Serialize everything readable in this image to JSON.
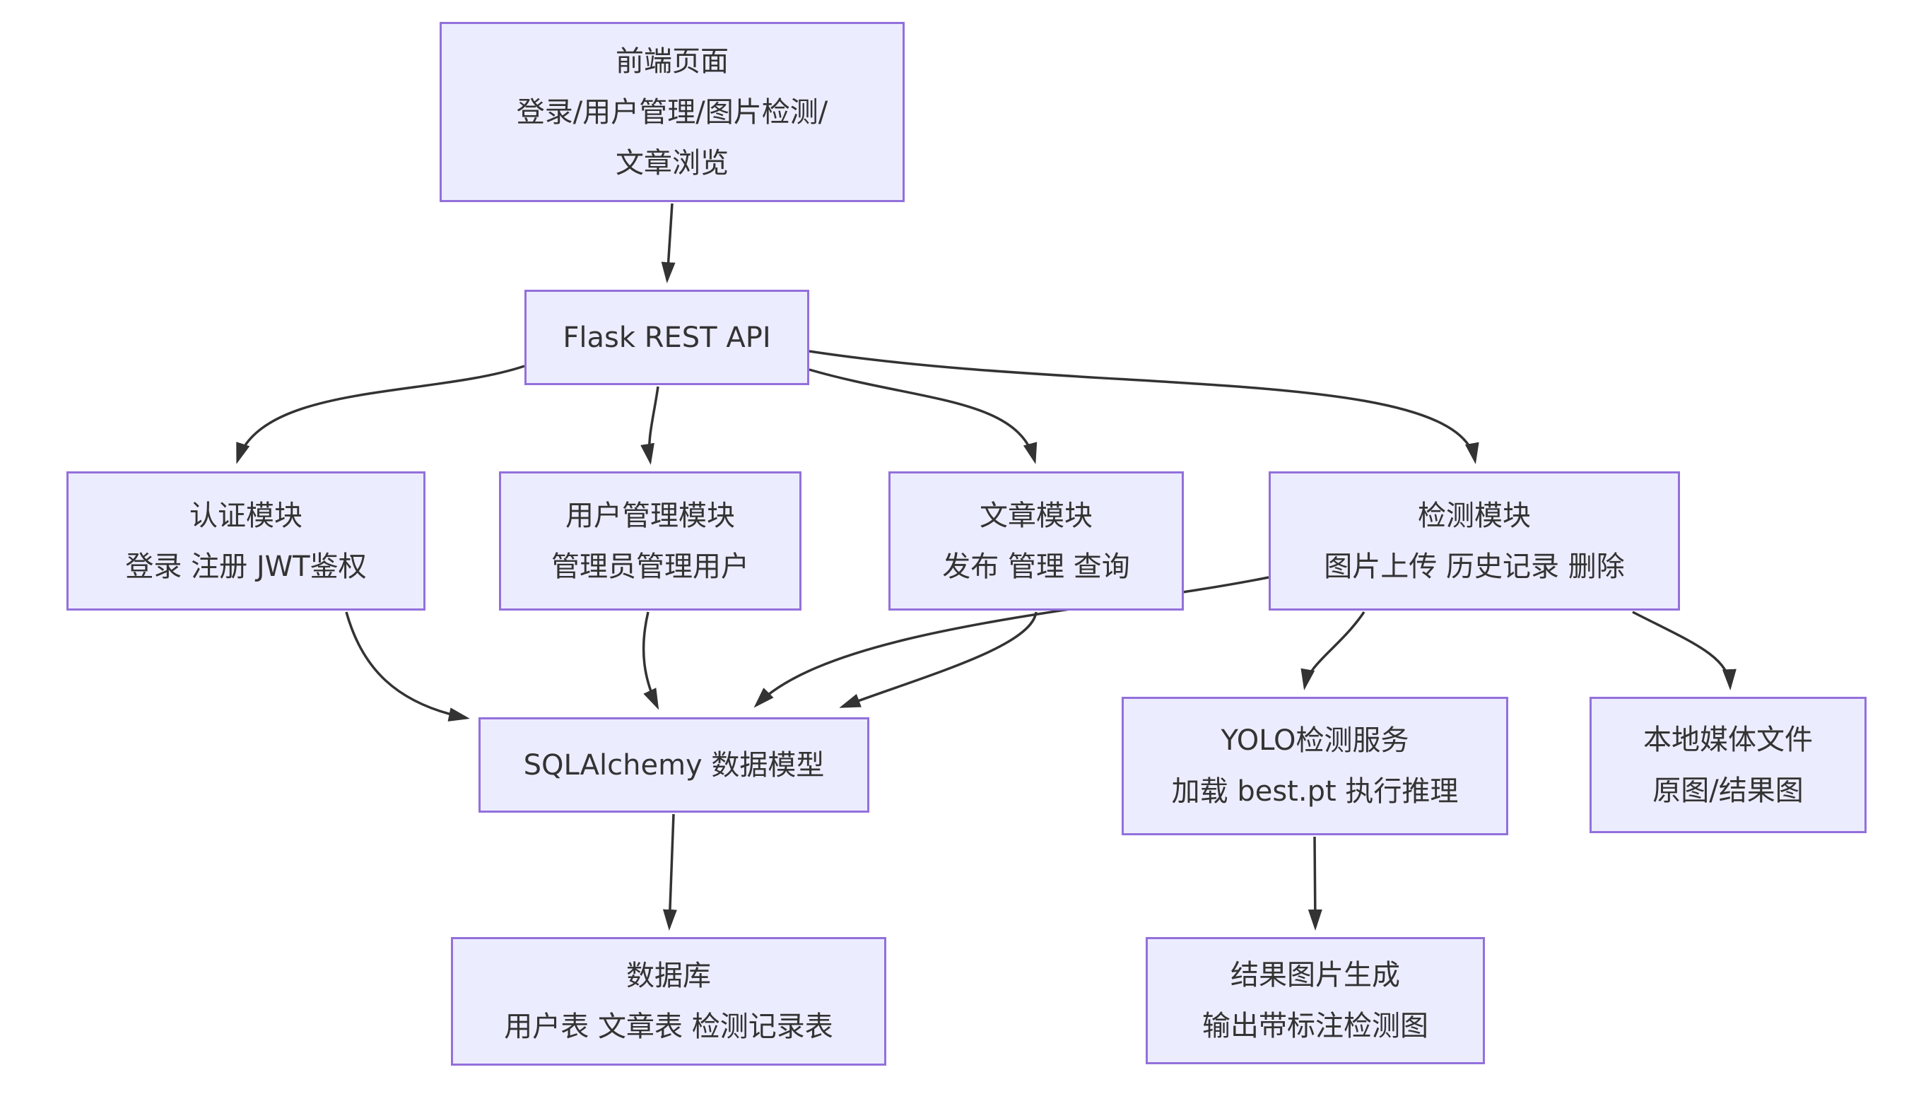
{
  "diagram_type": "flowchart",
  "nodes": {
    "frontend": {
      "lines": [
        "前端页面",
        "登录/用户管理/图片检测/",
        "文章浏览"
      ]
    },
    "flask": {
      "lines": [
        "Flask REST API"
      ]
    },
    "auth": {
      "lines": [
        "认证模块",
        "登录 注册 JWT鉴权"
      ]
    },
    "user_mgmt": {
      "lines": [
        "用户管理模块",
        "管理员管理用户"
      ]
    },
    "article": {
      "lines": [
        "文章模块",
        "发布 管理 查询"
      ]
    },
    "detect": {
      "lines": [
        "检测模块",
        "图片上传 历史记录 删除"
      ]
    },
    "sqlalchemy": {
      "lines": [
        "SQLAlchemy 数据模型"
      ]
    },
    "yolo": {
      "lines": [
        "YOLO检测服务",
        "加载 best.pt 执行推理"
      ]
    },
    "media": {
      "lines": [
        "本地媒体文件",
        "原图/结果图"
      ]
    },
    "database": {
      "lines": [
        "数据库",
        "用户表 文章表 检测记录表"
      ]
    },
    "result": {
      "lines": [
        "结果图片生成",
        "输出带标注检测图"
      ]
    }
  },
  "edges": [
    {
      "from": "frontend",
      "to": "flask"
    },
    {
      "from": "flask",
      "to": "auth"
    },
    {
      "from": "flask",
      "to": "user_mgmt"
    },
    {
      "from": "flask",
      "to": "article"
    },
    {
      "from": "flask",
      "to": "detect"
    },
    {
      "from": "auth",
      "to": "sqlalchemy"
    },
    {
      "from": "user_mgmt",
      "to": "sqlalchemy"
    },
    {
      "from": "article",
      "to": "sqlalchemy"
    },
    {
      "from": "detect",
      "to": "sqlalchemy"
    },
    {
      "from": "detect",
      "to": "yolo"
    },
    {
      "from": "detect",
      "to": "media"
    },
    {
      "from": "sqlalchemy",
      "to": "database"
    },
    {
      "from": "yolo",
      "to": "result"
    }
  ],
  "colors": {
    "node_fill": "#ECECFF",
    "node_border": "#9370DB",
    "edge": "#333333",
    "text": "#333333",
    "background": "#FFFFFF"
  }
}
